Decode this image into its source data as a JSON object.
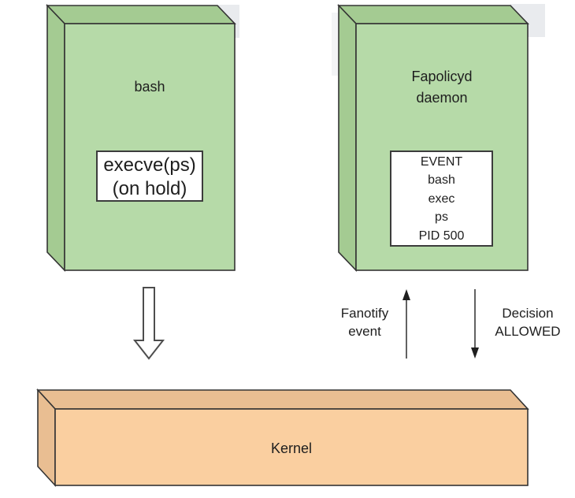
{
  "colors": {
    "green_front": "#b6daa8",
    "green_side": "#a4cb92",
    "orange_front": "#facfa0",
    "orange_side": "#e9be92",
    "shadow": "#e9ebee"
  },
  "bash_box": {
    "title": "bash",
    "syscall_lines": [
      "execve(ps)",
      "(on hold)"
    ]
  },
  "fapolicyd_box": {
    "title_lines": [
      "Fapolicyd",
      "daemon"
    ],
    "event_lines": [
      "EVENT",
      "bash",
      "exec",
      "ps",
      "PID 500"
    ]
  },
  "kernel_box": {
    "title": "Kernel"
  },
  "labels": {
    "fanotify_lines": [
      "Fanotify",
      "event"
    ],
    "decision_lines": [
      "Decision",
      "ALLOWED"
    ]
  }
}
